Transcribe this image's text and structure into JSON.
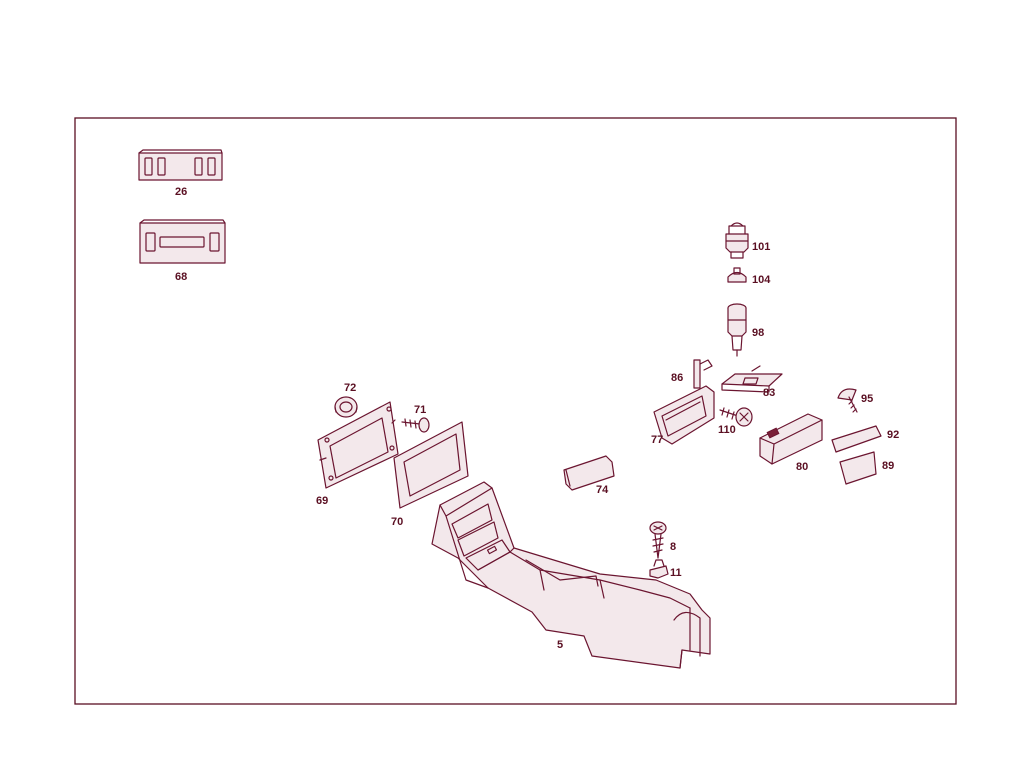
{
  "diagram": {
    "labels": {
      "p26": "26",
      "p68": "68",
      "p101": "101",
      "p104": "104",
      "p98": "98",
      "p86": "86",
      "p83": "83",
      "p95": "95",
      "p72": "72",
      "p71": "71",
      "p77": "77",
      "p110": "110",
      "p92": "92",
      "p80": "80",
      "p89": "89",
      "p74": "74",
      "p69": "69",
      "p70": "70",
      "p8": "8",
      "p11": "11",
      "p5": "5"
    },
    "colors": {
      "line": "#6b1530",
      "label": "#5a0f22",
      "background": "#ffffff"
    }
  }
}
